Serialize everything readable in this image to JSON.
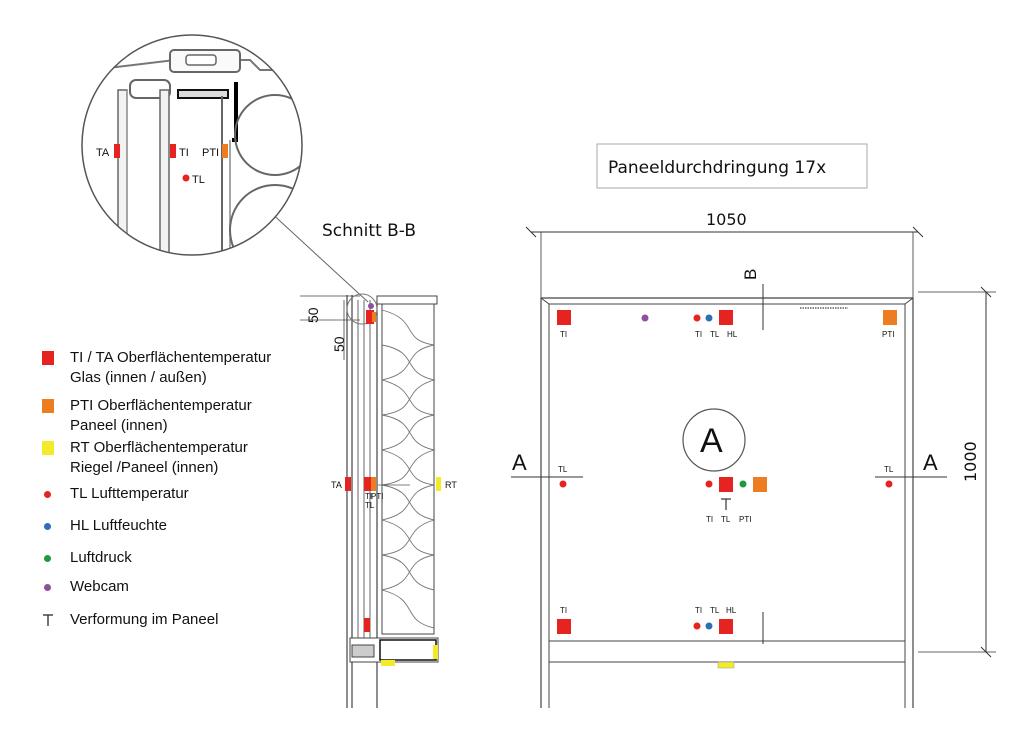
{
  "colors": {
    "sensor_red": "#e52421",
    "sensor_orange": "#ee7d22",
    "sensor_yellow": "#f2ea2a",
    "dot_blue": "#2f6db4",
    "dot_green": "#1f9a3c",
    "dot_purple": "#8e4f9c",
    "line": "#333333"
  },
  "detail": {
    "labels": {
      "ta": "TA",
      "ti": "TI",
      "pti": "PTI",
      "tl": "TL"
    }
  },
  "section": {
    "title": "Schnitt B-B",
    "dim_top": "50",
    "dim_second": "50",
    "labels": {
      "ta": "TA",
      "ti": "TI",
      "pti": "PTI",
      "tl": "TL",
      "rt": "RT"
    }
  },
  "plan": {
    "title": "Paneeldurchdringung 17x",
    "dim_width": "1050",
    "dim_height": "1000",
    "cut_b": "B",
    "cut_a_left": "A",
    "cut_a_right": "A",
    "detail_circle": "A",
    "labels": {
      "tl_ti": "TI",
      "top_ti": "TI",
      "top_tl": "TL",
      "top_hl": "HL",
      "tr_pti": "PTI",
      "ml_tl": "TL",
      "mr_tl": "TL",
      "c_ti": "TI",
      "c_tl": "TL",
      "c_pti": "PTI",
      "bl_ti": "TI",
      "b_ti": "TI",
      "b_tl": "TL",
      "b_hl": "HL"
    }
  },
  "legend": {
    "items": [
      {
        "icon": "red-square-icon",
        "line1": "TI / TA Oberflächentemperatur",
        "line2": "Glas (innen / außen)"
      },
      {
        "icon": "orange-square-icon",
        "line1": "PTI Oberflächentemperatur",
        "line2": "Paneel (innen)"
      },
      {
        "icon": "yellow-square-icon",
        "line1": "RT Oberflächentemperatur",
        "line2": "Riegel /Paneel (innen)"
      },
      {
        "icon": "red-dot-icon",
        "line1": "TL Lufttemperatur"
      },
      {
        "icon": "blue-dot-icon",
        "line1": "HL Luftfeuchte"
      },
      {
        "icon": "green-dot-icon",
        "line1": "Luftdruck"
      },
      {
        "icon": "purple-dot-icon",
        "line1": "Webcam"
      },
      {
        "icon": "deformation-t-icon",
        "line1": "Verformung im Paneel"
      }
    ]
  }
}
